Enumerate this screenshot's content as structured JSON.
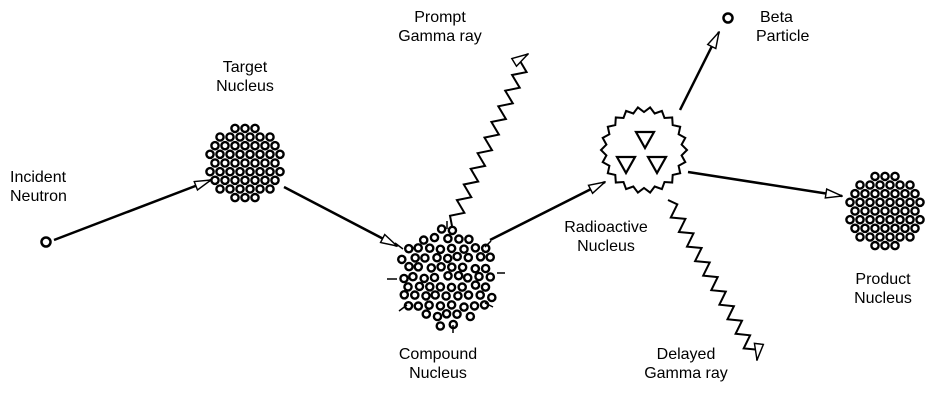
{
  "labels": {
    "incident": [
      "Incident",
      "Neutron"
    ],
    "target": [
      "Target",
      "Nucleus"
    ],
    "prompt": [
      "Prompt",
      "Gamma ray"
    ],
    "compound": [
      "Compound",
      "Nucleus"
    ],
    "radioactive": [
      "Radioactive",
      "Nucleus"
    ],
    "beta": [
      "Beta",
      "Particle"
    ],
    "delayed": [
      "Delayed",
      "Gamma ray"
    ],
    "product": [
      "Product",
      "Nucleus"
    ]
  },
  "icons": {
    "radiation": "radiation-trefoil-icon"
  },
  "colors": {
    "ink": "#000000",
    "background": "#ffffff"
  }
}
